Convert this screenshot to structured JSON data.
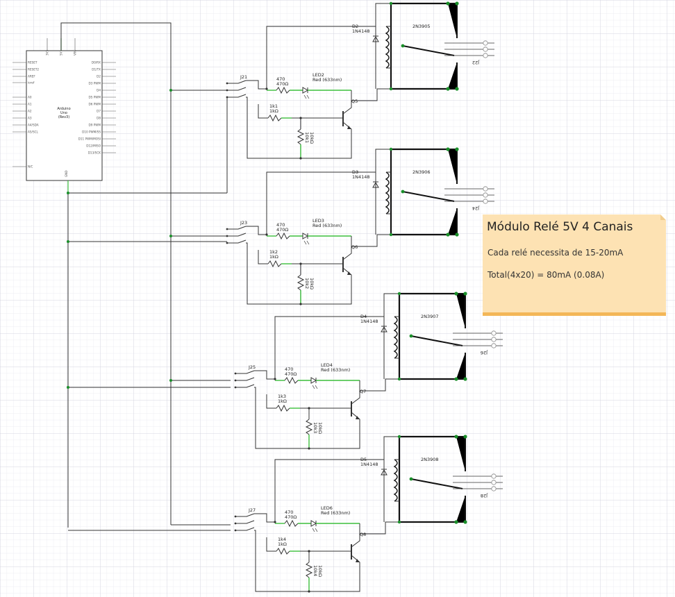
{
  "arduino": {
    "name": "Arduino",
    "model": "Uno",
    "rev": "(Rev3)",
    "top_pins": [
      "3V3",
      "5V",
      "VIN"
    ],
    "gnd_pin": "GND",
    "left_pins": [
      "RESET",
      "RESET2",
      "AREF",
      "ioref",
      "A0",
      "A1",
      "A2",
      "A3",
      "A4/SDA",
      "A5/SCL",
      "N/C"
    ],
    "right_pins": [
      "D0/RX",
      "D1/TX",
      "D2",
      "D3 PWM",
      "D4",
      "D5 PWM",
      "D6 PWM",
      "D7",
      "D8",
      "D9 PWM",
      "D10 PWM/SS",
      "D11 PWM/MOSI",
      "D12/MISO",
      "D13/SCK"
    ]
  },
  "channels": [
    {
      "jumper": "J21",
      "resistor": "470",
      "resistor_value": "470Ω",
      "led": "LED2",
      "led_color": "Red (633nm)",
      "base_resistor": "1k1",
      "base_resistor_value": "1kΩ",
      "pulldown": "10k1",
      "pulldown_value": "10kΩ",
      "transistor": "Q5",
      "diode": "D2",
      "diode_model": "1N4148",
      "relay": "2N3905",
      "terminal": "J22"
    },
    {
      "jumper": "J23",
      "resistor": "470",
      "resistor_value": "470Ω",
      "led": "LED3",
      "led_color": "Red (633nm)",
      "base_resistor": "1k2",
      "base_resistor_value": "1kΩ",
      "pulldown": "10k2",
      "pulldown_value": "10kΩ",
      "transistor": "Q6",
      "diode": "D3",
      "diode_model": "1N4148",
      "relay": "2N3906",
      "terminal": "J24"
    },
    {
      "jumper": "J25",
      "resistor": "470",
      "resistor_value": "470Ω",
      "led": "LED4",
      "led_color": "Red (633nm)",
      "base_resistor": "1k3",
      "base_resistor_value": "1kΩ",
      "pulldown": "10k3",
      "pulldown_value": "10kΩ",
      "transistor": "Q7",
      "diode": "D4",
      "diode_model": "1N4148",
      "relay": "2N3907",
      "terminal": "J26"
    },
    {
      "jumper": "J27",
      "resistor": "470",
      "resistor_value": "470Ω",
      "led": "LED6",
      "led_color": "Red (633nm)",
      "base_resistor": "1k4",
      "base_resistor_value": "1kΩ",
      "pulldown": "10k4",
      "pulldown_value": "10kΩ",
      "transistor": "Q8",
      "diode": "D5",
      "diode_model": "1N4148",
      "relay": "2N3908",
      "terminal": "J28"
    }
  ],
  "note": {
    "title": "Módulo Relé 5V 4 Canais",
    "line1": "Cada relé necessita de 15-20mA",
    "line2": "Total(4x20) =  80mA (0.08A)"
  },
  "colors": {
    "wire": "#333333",
    "wire_green": "#3cbf3c",
    "node": "#1a8f2a",
    "grid_minor": "#e6e6ee",
    "grid_major": "#cfcfdc",
    "note_bg": "#fde2b3",
    "note_border": "#f3b758"
  }
}
